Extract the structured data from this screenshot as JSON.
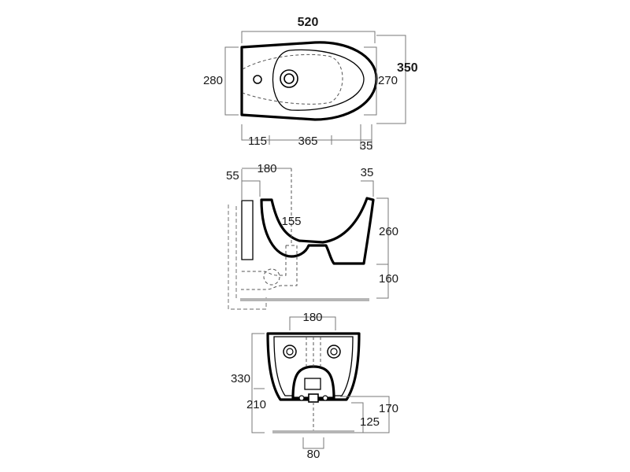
{
  "top_view": {
    "width_total": "520",
    "depth_total": "350",
    "depth_bowl_left": "280",
    "depth_bowl_right": "270",
    "seg_tap": "115",
    "seg_bowl": "365",
    "seg_rim": "35"
  },
  "side_view": {
    "wall_gap": "55",
    "drain_offset": "180",
    "front_rim": "35",
    "drain_height": "155",
    "bowl_height": "260",
    "floor_height": "160"
  },
  "back_view": {
    "fix_spacing": "180",
    "total_height": "330",
    "outlet_height": "210",
    "fix_height_upper": "170",
    "fix_height_lower": "125",
    "outlet_width": "80"
  }
}
